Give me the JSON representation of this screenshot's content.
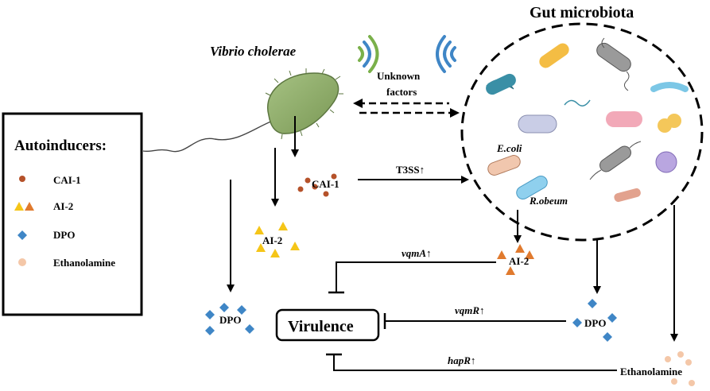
{
  "legend": {
    "title": "Autoinducers:",
    "items": [
      {
        "label": "CAI-1",
        "color": "#b5522a",
        "shape": "circle"
      },
      {
        "label": "AI-2",
        "color_a": "#f5c518",
        "color_b": "#e07a2e",
        "shape": "triangles"
      },
      {
        "label": "DPO",
        "color": "#3f86c6",
        "shape": "diamond"
      },
      {
        "label": "Ethanolamine",
        "color": "#f4c7a8",
        "shape": "circle"
      }
    ]
  },
  "organisms": {
    "vibrio": "Vibrio cholerae",
    "gut": "Gut microbiota",
    "ecoli": "E.coli",
    "robeum": "R.obeum"
  },
  "labels": {
    "unknown_1": "Unknown",
    "unknown_2": "factors",
    "cai1": "CAI-1",
    "t3ss": "T3SS↑",
    "ai2_left": "AI-2",
    "ai2_right": "AI-2",
    "dpo_left": "DPO",
    "dpo_right": "DPO",
    "ethanolamine": "Ethanolamine",
    "virulence": "Virulence",
    "vqma": "vqmA↑",
    "vqmr": "vqmR↑",
    "hapr": "hapR↑"
  },
  "colors": {
    "vibrio_body": "#8fae6a",
    "cai1": "#b5522a",
    "ai2_yellow": "#f5c518",
    "ai2_orange": "#e07a2e",
    "dpo": "#3f86c6",
    "ethanolamine": "#f4c7a8"
  }
}
